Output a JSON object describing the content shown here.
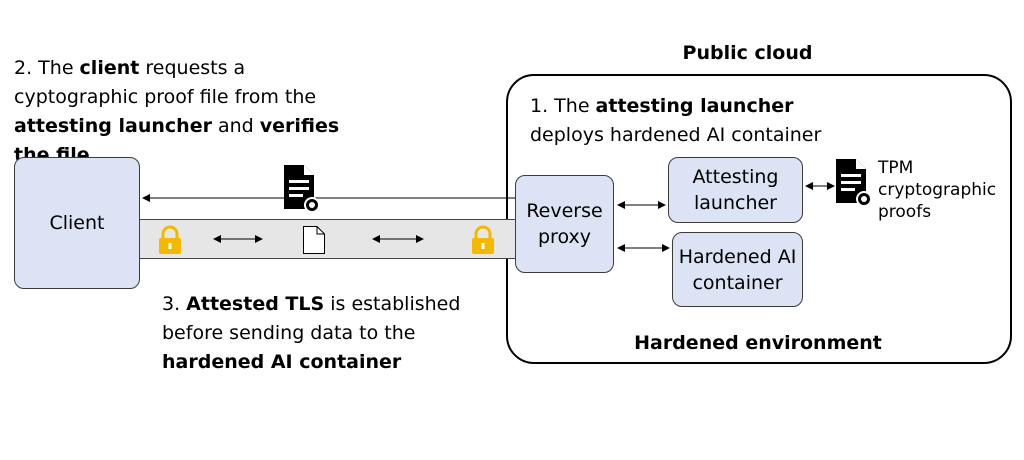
{
  "annotations": {
    "step2": {
      "p1": "2. The ",
      "b1": "client",
      "p2": " requests a cyptographic proof file from the ",
      "b2": "attesting launcher",
      "p3": " and ",
      "b3": "verifies the file"
    },
    "step1": {
      "p1": "1. The ",
      "b1": "attesting launcher",
      "p2": "deploys hardened AI container"
    },
    "step3": {
      "p1": "3. ",
      "b1": "Attested TLS",
      "p2": " is established before sending data to the ",
      "b2": "hardened AI container"
    }
  },
  "regions": {
    "public_cloud": "Public cloud",
    "hardened_environment": "Hardened environment"
  },
  "nodes": {
    "client": "Client",
    "reverse_proxy": "Reverse proxy",
    "attesting_launcher": "Attesting launcher",
    "hardened_ai_container": "Hardened AI container",
    "tpm": "TPM cryptographic proofs"
  },
  "colors": {
    "box_fill": "#dbe3f4",
    "tunnel_fill": "#e6e6e6",
    "lock": "#f5b800",
    "border": "#000000"
  },
  "icons": [
    "certificate-document-icon",
    "lock-icon",
    "document-icon",
    "double-arrow-icon"
  ]
}
